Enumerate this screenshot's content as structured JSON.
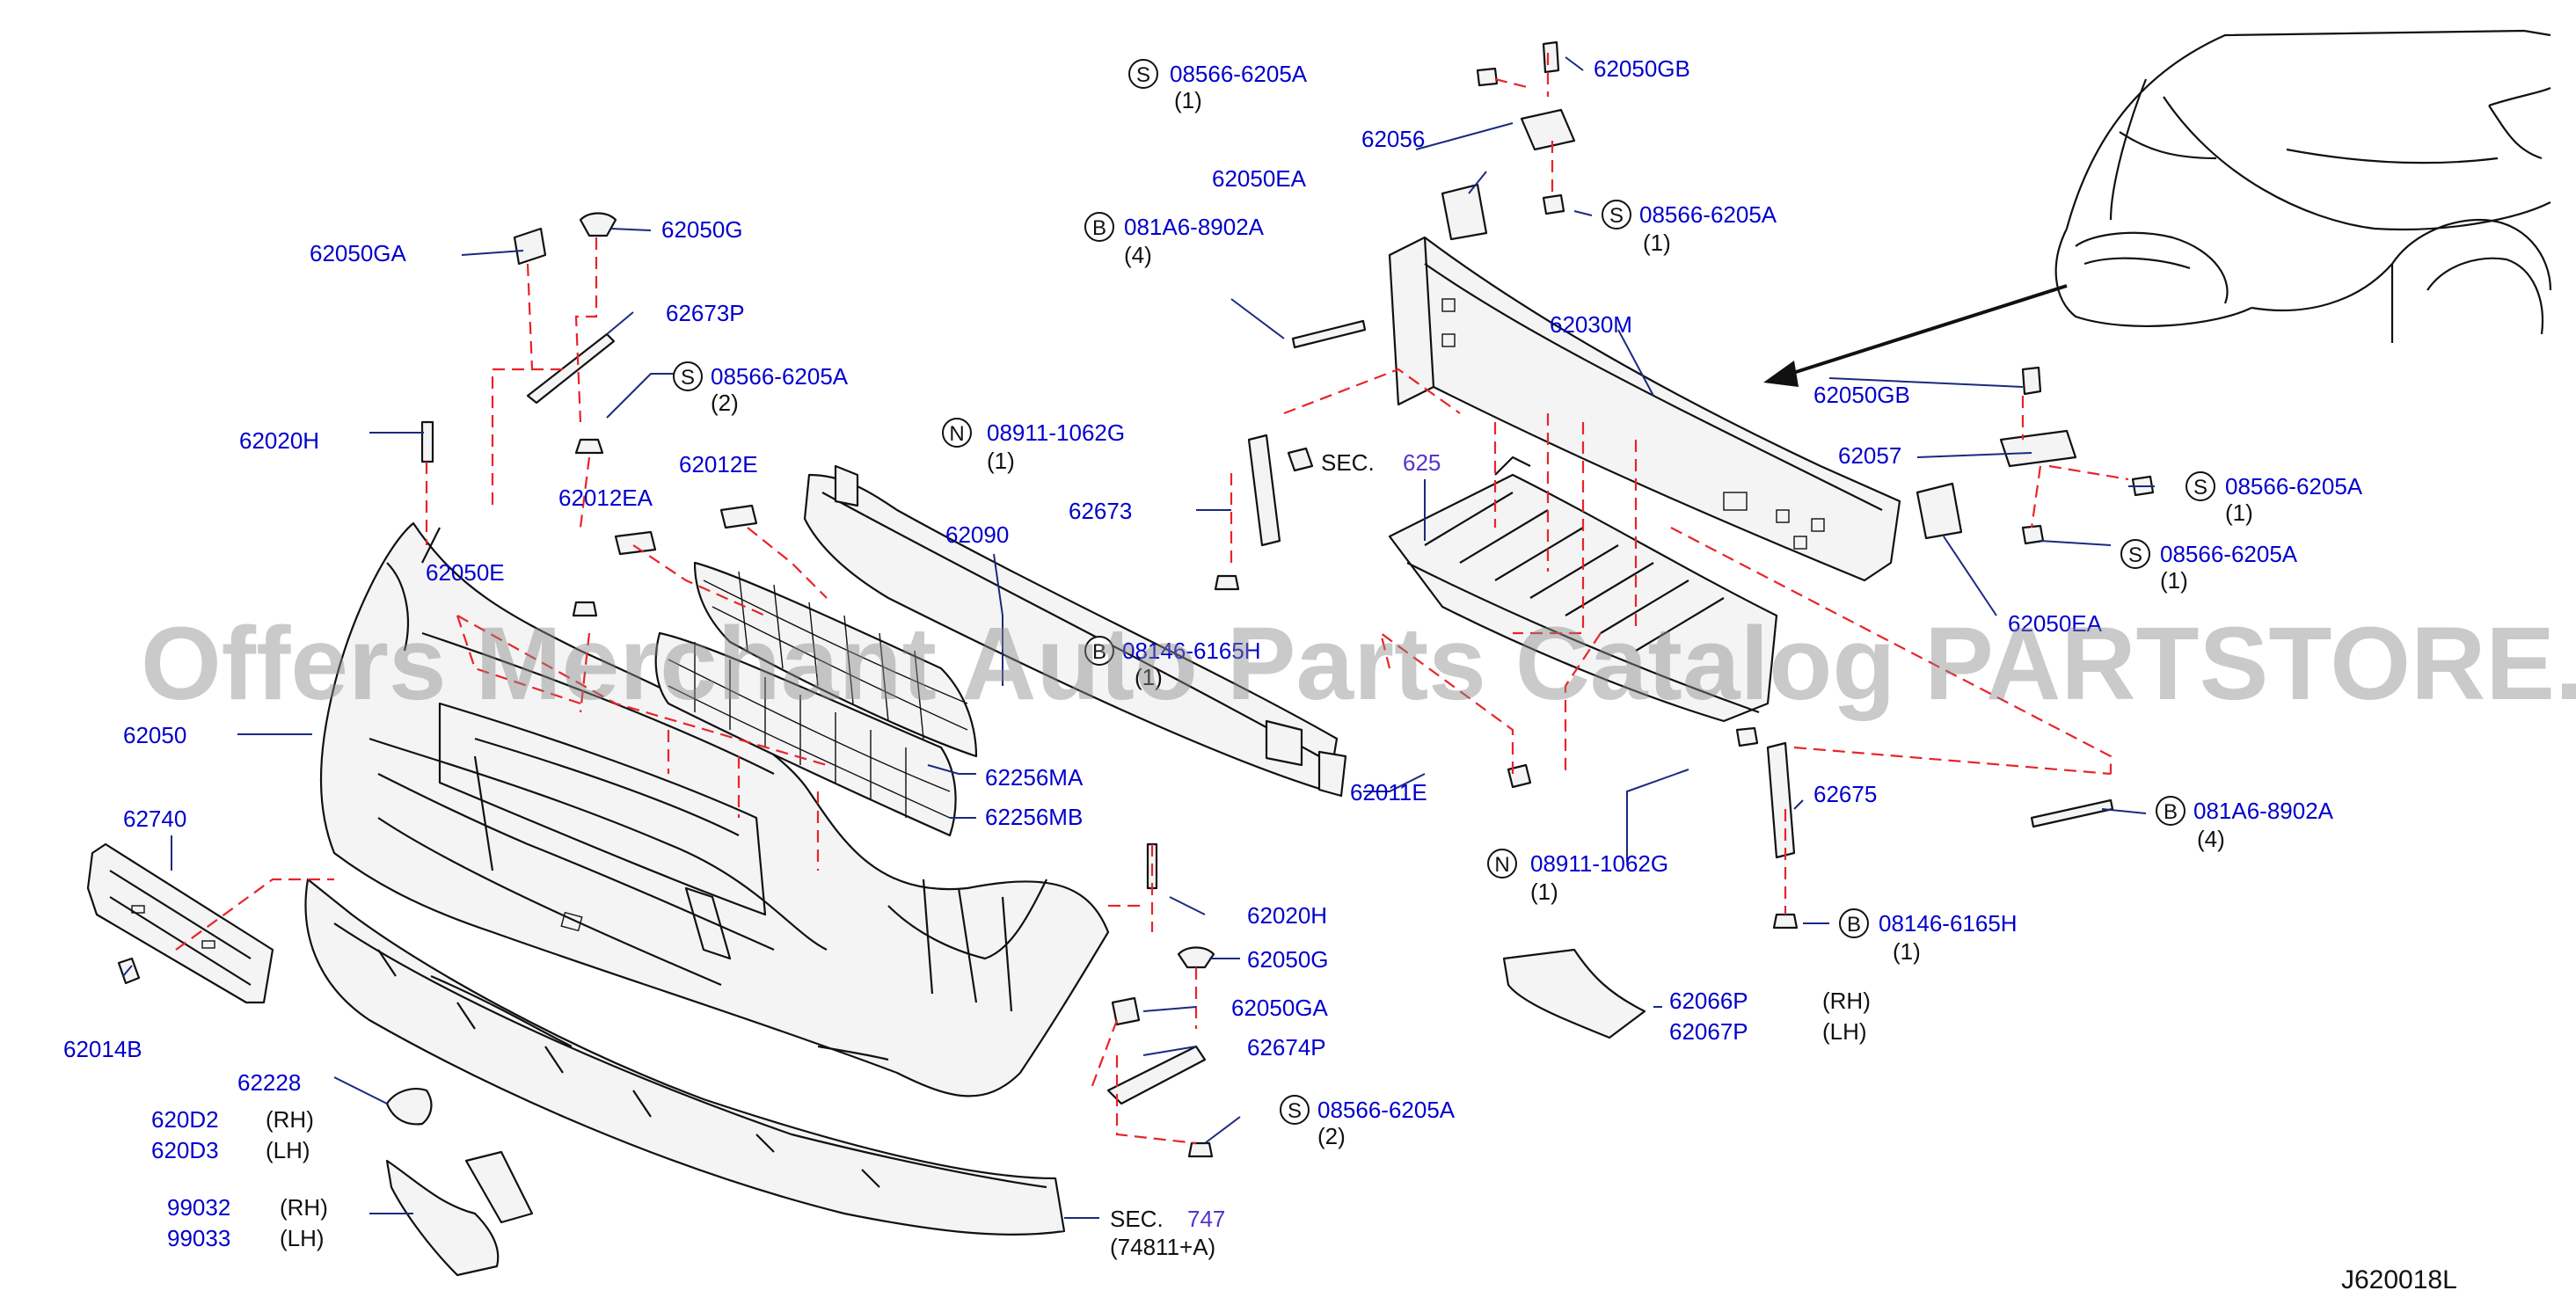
{
  "watermark": "Offers Merchant Auto Parts Catalog PARTSTORE.SA",
  "diagram_code": "J620018L",
  "labels": {
    "p62050GA_top": "62050GA",
    "p62050G_top": "62050G",
    "p62673P": "62673P",
    "s1_code": "08566-6205A",
    "s1_qty": "(2)",
    "p62020H_left": "62020H",
    "p62012EA": "62012EA",
    "p62012E": "62012E",
    "p62050E": "62050E",
    "p62050": "62050",
    "p62740": "62740",
    "p62014B": "62014B",
    "p62228": "62228",
    "p620D2": "620D2",
    "p620D3": "620D3",
    "rh": "(RH)",
    "lh": "(LH)",
    "p99032": "99032",
    "p99033": "99033",
    "sec_word": "SEC.",
    "sec747": "747",
    "sec747_sub": "(74811+A)",
    "p62020H_mid": "62020H",
    "p62050G_mid": "62050G",
    "p62050GA_mid": "62050GA",
    "p62674P": "62674P",
    "s2_code": "08566-6205A",
    "s2_qty": "(2)",
    "p62256MA": "62256MA",
    "p62256MB": "62256MB",
    "p62090": "62090",
    "n1_code": "08911-1062G",
    "n1_qty": "(1)",
    "p62673": "62673",
    "sec625": "625",
    "b_hidden_code": "08146-6165H",
    "b_hidden_qty": "(1)",
    "p62011E": "62011E",
    "s3_code": "08566-6205A",
    "s3_qty": "(1)",
    "p62056": "62056",
    "p62050EA_top": "62050EA",
    "b1_code": "081A6-8902A",
    "b1_qty": "(4)",
    "p62050GB_top": "62050GB",
    "s4_code": "08566-6205A",
    "s4_qty": "(1)",
    "p62030M": "62030M",
    "p62050GB_right": "62050GB",
    "p62057": "62057",
    "s5_code": "08566-6205A",
    "s5_qty": "(1)",
    "s6_code": "08566-6205A",
    "s6_qty": "(1)",
    "p62050EA_right": "62050EA",
    "b2_code": "081A6-8902A",
    "b2_qty": "(4)",
    "p62675": "62675",
    "n2_code": "08911-1062G",
    "n2_qty": "(1)",
    "b3_code": "08146-6165H",
    "b3_qty": "(1)",
    "p62066P": "62066P",
    "p62067P": "62067P",
    "circle_S": "S",
    "circle_B": "B",
    "circle_N": "N"
  }
}
